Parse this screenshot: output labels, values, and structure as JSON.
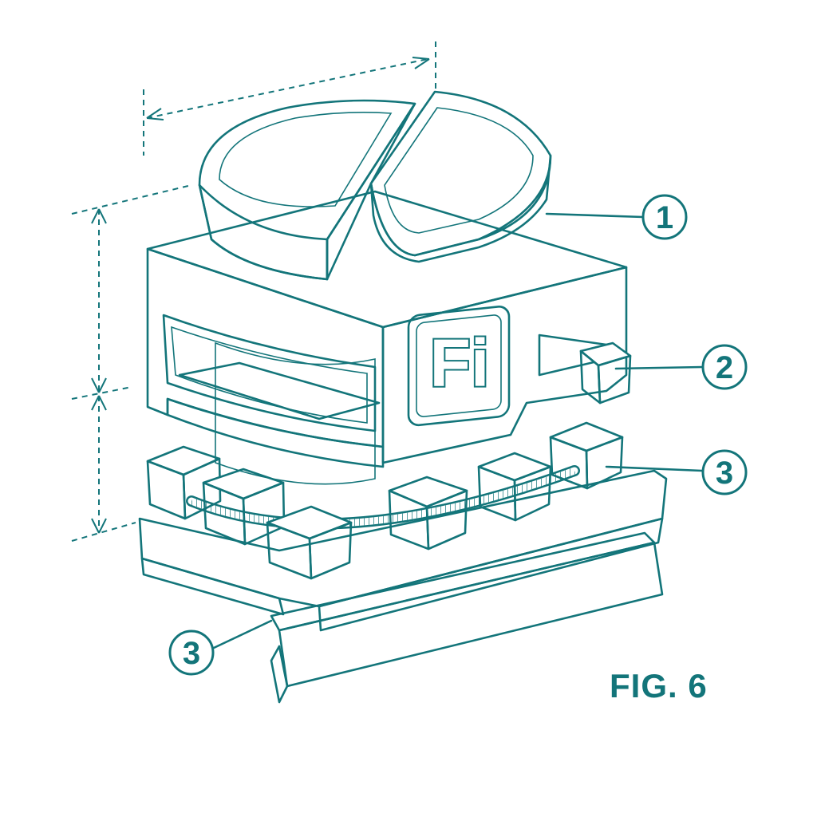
{
  "figure": {
    "label": "FIG. 6",
    "logo_text": "Fi",
    "callouts": [
      "1",
      "2",
      "3",
      "3"
    ]
  },
  "colors": {
    "ink": "#13757a",
    "accent": "#19b5bd",
    "background": "#ffffff"
  }
}
